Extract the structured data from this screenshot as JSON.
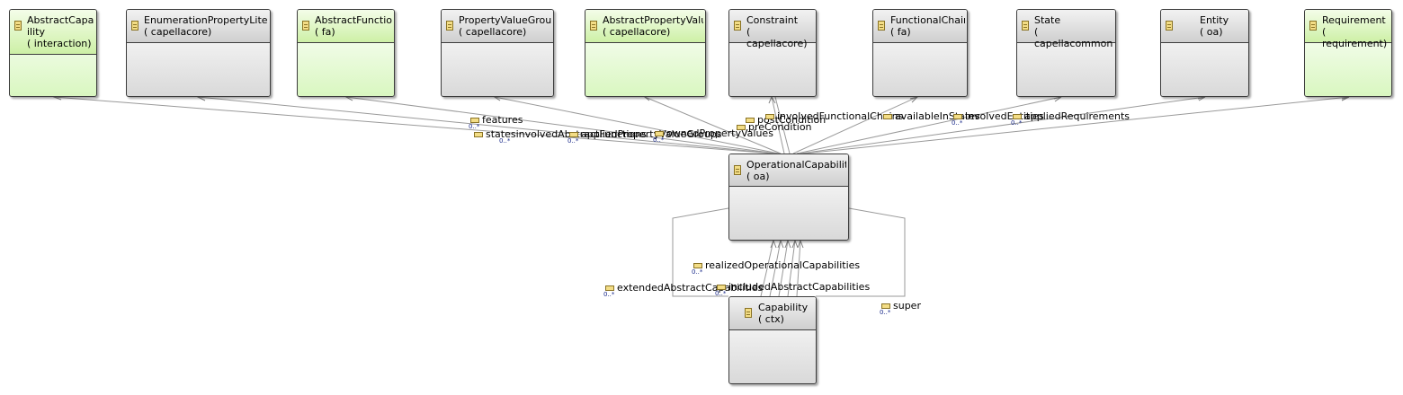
{
  "classes": [
    {
      "id": "abstract_capability",
      "name": "AbstractCapab\nility",
      "pkg": "( interaction)",
      "style": "green"
    },
    {
      "id": "enumeration_property_literal",
      "name": "EnumerationPropertyLiteral",
      "pkg": "( capellacore)",
      "style": "grey"
    },
    {
      "id": "abstract_function",
      "name": "AbstractFunction",
      "pkg": "( fa)",
      "style": "green"
    },
    {
      "id": "property_value_group",
      "name": "PropertyValueGroup",
      "pkg": "( capellacore)",
      "style": "grey"
    },
    {
      "id": "abstract_property_value",
      "name": "AbstractPropertyValue",
      "pkg": "( capellacore)",
      "style": "green"
    },
    {
      "id": "constraint",
      "name": "Constraint",
      "pkg": "( capellacore)",
      "style": "grey"
    },
    {
      "id": "functional_chain",
      "name": "FunctionalChain",
      "pkg": "( fa)",
      "style": "grey"
    },
    {
      "id": "state",
      "name": "State",
      "pkg": "( capellacommon)",
      "style": "grey"
    },
    {
      "id": "entity",
      "name": "Entity",
      "pkg": "( oa)",
      "style": "grey"
    },
    {
      "id": "requirement",
      "name": "Requirement",
      "pkg": "( requirement)",
      "style": "green"
    },
    {
      "id": "operational_capability",
      "name": "OperationalCapability",
      "pkg": "( oa)",
      "style": "grey"
    },
    {
      "id": "capability",
      "name": "Capability",
      "pkg": "( ctx)",
      "style": "grey"
    }
  ],
  "roles": [
    {
      "id": "features",
      "label": "features",
      "multiplicity": "0..*"
    },
    {
      "id": "states_involved",
      "label": "statesinvolvedAbstractFunctions",
      "multiplicity": "0..*"
    },
    {
      "id": "applied_groups",
      "label": "appliedPropertyValueGroups",
      "multiplicity": "0..*"
    },
    {
      "id": "owned_values",
      "label": "ownedPropertyValues",
      "multiplicity": "0..*"
    },
    {
      "id": "post_condition",
      "label": "postCondition",
      "multiplicity": ""
    },
    {
      "id": "pre_condition",
      "label": "preCondition",
      "multiplicity": ""
    },
    {
      "id": "involved_chains",
      "label": "involvedFunctionalChains",
      "multiplicity": ""
    },
    {
      "id": "available_in_states",
      "label": "availableInStates",
      "multiplicity": ""
    },
    {
      "id": "involved_entities",
      "label": "involvedEntities",
      "multiplicity": "0..*"
    },
    {
      "id": "applied_requirements",
      "label": "appliedRequirements",
      "multiplicity": "0..*"
    },
    {
      "id": "realized_op_caps",
      "label": "realizedOperationalCapabilities",
      "multiplicity": "0..*"
    },
    {
      "id": "extended_caps",
      "label": "extendedAbstractCapabilities",
      "multiplicity": "0..*"
    },
    {
      "id": "included_caps",
      "label": "includedAbstractCapabilities",
      "multiplicity": "0..*"
    },
    {
      "id": "super",
      "label": "super",
      "multiplicity": "0..*"
    }
  ]
}
